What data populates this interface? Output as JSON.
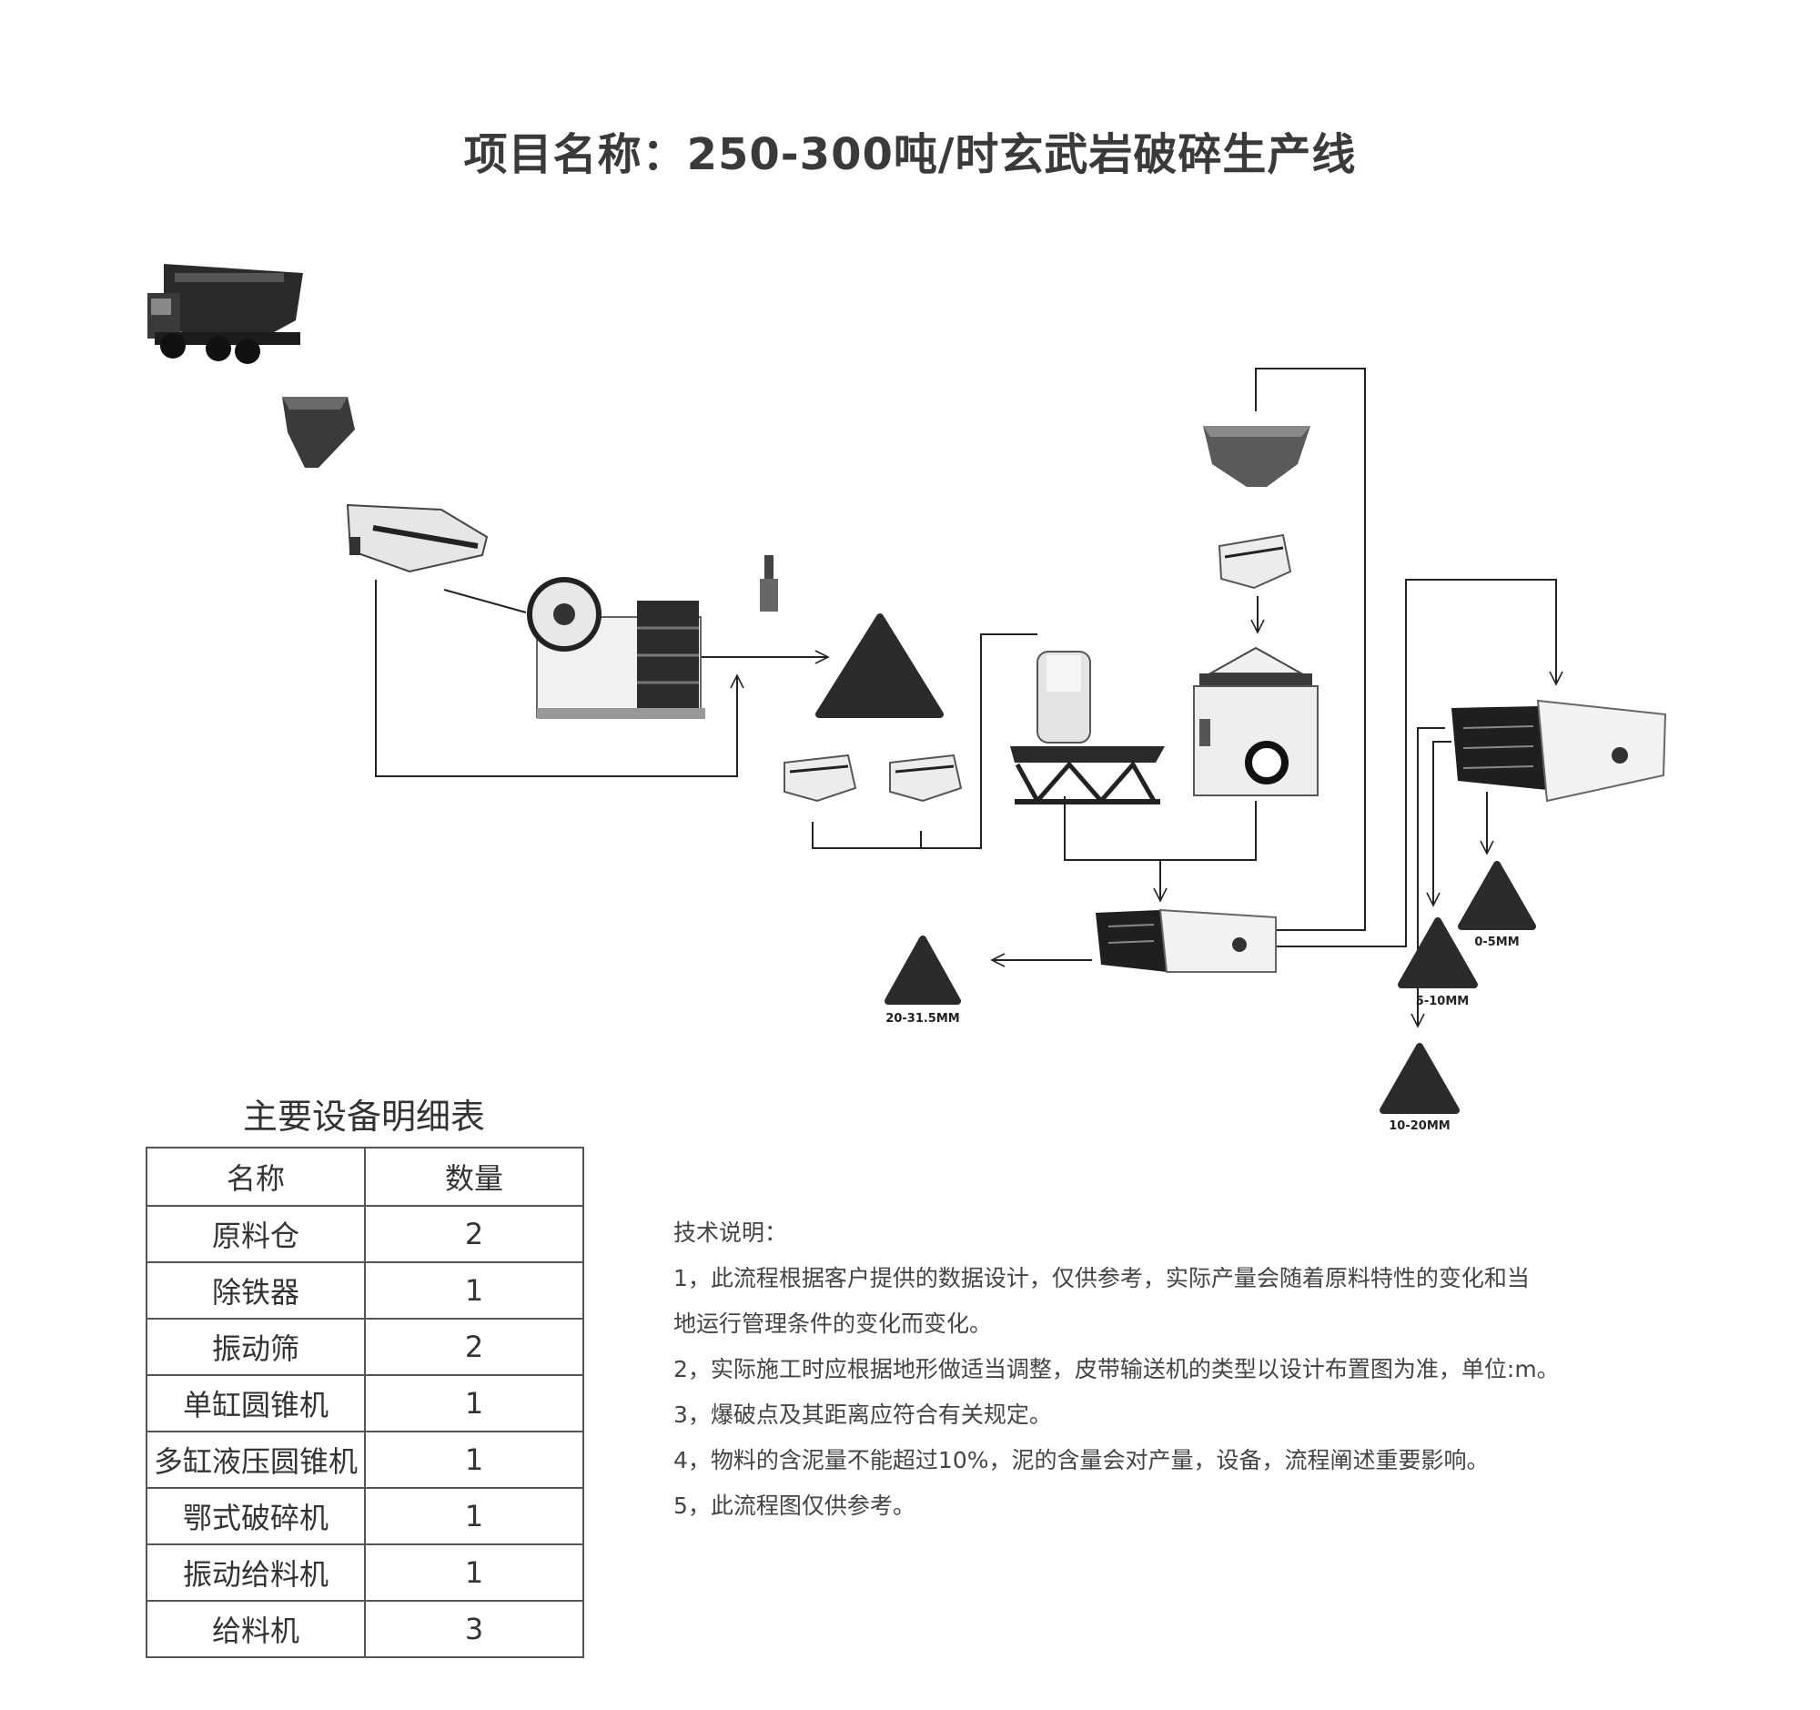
{
  "title": "项目名称：250-300吨/时玄武岩破碎生产线",
  "diagram": {
    "products": [
      {
        "label": "20-31.5MM"
      },
      {
        "label": "0-5MM"
      },
      {
        "label": "5-10MM"
      },
      {
        "label": "10-20MM"
      }
    ],
    "equipment": [
      {
        "icon": "dump-truck-icon"
      },
      {
        "icon": "raw-material-bin-icon"
      },
      {
        "icon": "vibrating-feeder-icon"
      },
      {
        "icon": "jaw-crusher-icon"
      },
      {
        "icon": "iron-remover-icon"
      },
      {
        "icon": "stockpile-icon"
      },
      {
        "icon": "feeder-icon"
      },
      {
        "icon": "single-cylinder-cone-crusher-icon"
      },
      {
        "icon": "multi-cylinder-hydraulic-cone-crusher-icon"
      },
      {
        "icon": "vibrating-screen-icon"
      }
    ]
  },
  "table": {
    "title": "主要设备明细表",
    "headers": [
      "名称",
      "数量"
    ],
    "rows": [
      {
        "name": "原料仓",
        "qty": "2"
      },
      {
        "name": "除铁器",
        "qty": "1"
      },
      {
        "name": "振动筛",
        "qty": "2"
      },
      {
        "name": "单缸圆锥机",
        "qty": "1"
      },
      {
        "name": "多缸液压圆锥机",
        "qty": "1"
      },
      {
        "name": "鄂式破碎机",
        "qty": "1"
      },
      {
        "name": "振动给料机",
        "qty": "1"
      },
      {
        "name": "给料机",
        "qty": "3"
      }
    ]
  },
  "tech_notes": {
    "heading": "技术说明：",
    "lines": [
      "1，此流程根据客户提供的数据设计，仅供参考，实际产量会随着原料特性的变化和当",
      "地运行管理条件的变化而变化。",
      "2，实际施工时应根据地形做适当调整，皮带输送机的类型以设计布置图为准，单位:m。",
      "3，爆破点及其距离应符合有关规定。",
      "4，物料的含泥量不能超过10%，泥的含量会对产量，设备，流程阐述重要影响。",
      "5，此流程图仅供参考。"
    ]
  }
}
